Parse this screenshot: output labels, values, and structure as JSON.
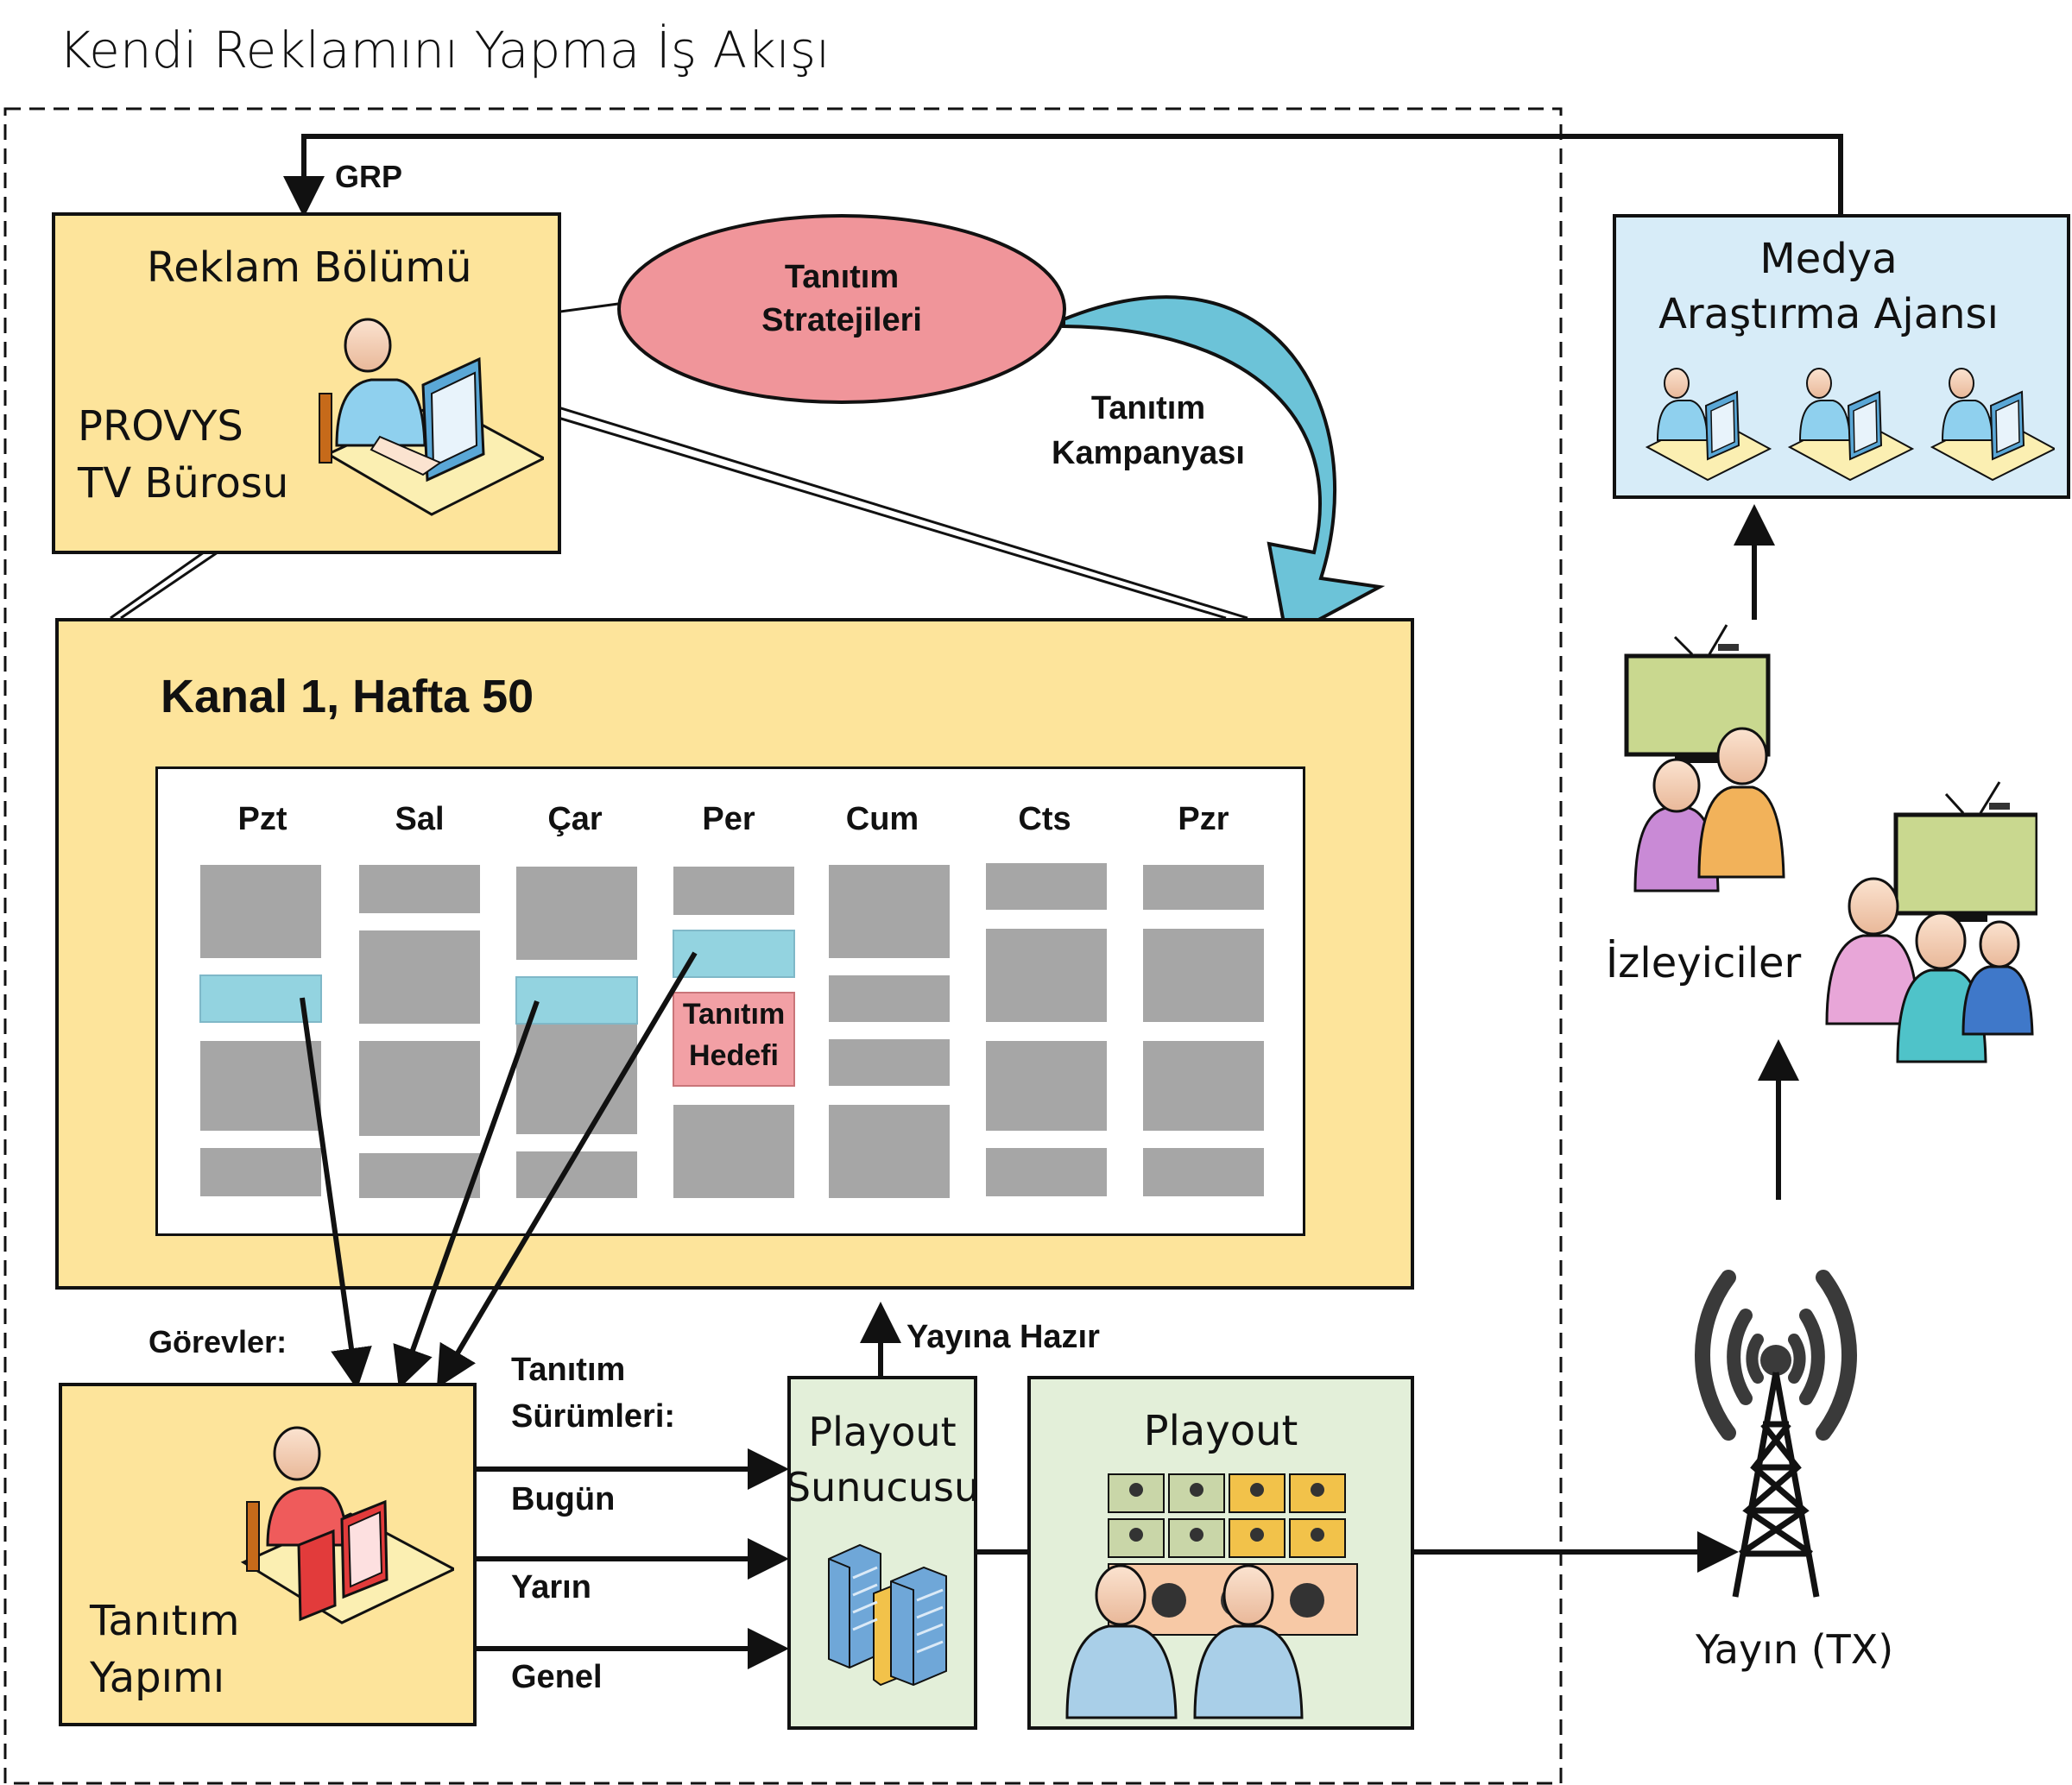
{
  "title": "Kendi Reklamını Yapma İş Akışı",
  "grp_label": "GRP",
  "reklam": {
    "title": "Reklam Bölümü",
    "provys_line1": "PROVYS",
    "provys_line2": "TV Bürosu"
  },
  "strategy": {
    "line1": "Tanıtım",
    "line2": "Stratejileri"
  },
  "campaign": {
    "line1": "Tanıtım",
    "line2": "Kampanyası"
  },
  "agency": {
    "line1": "Medya",
    "line2": "Araştırma Ajansı"
  },
  "channel": {
    "title": "Kanal 1, Hafta 50"
  },
  "days": [
    "Pzt",
    "Sal",
    "Çar",
    "Per",
    "Cum",
    "Cts",
    "Pzr"
  ],
  "target": {
    "line1": "Tanıtım",
    "line2": "Hedefi"
  },
  "tasks_label": "Görevler:",
  "production": {
    "line1": "Tanıtım",
    "line2": "Yapımı"
  },
  "versions": {
    "line1": "Tanıtım",
    "line2": "Sürümleri:",
    "today": "Bugün",
    "tomorrow": "Yarın",
    "general": "Genel"
  },
  "ready_label": "Yayına Hazır",
  "playout_server": {
    "line1": "Playout",
    "line2": "Sunucusu"
  },
  "playout": {
    "title": "Playout"
  },
  "viewers_label": "İzleyiciler",
  "tx_label": "Yayın (TX)",
  "colors": {
    "yellow": "#fde49b",
    "blue_box": "#d7ecf8",
    "green_box": "#e3efd9",
    "ellipse": "#f0959a",
    "slot_grey": "#a6a6a6",
    "slot_blue": "#93d3e0",
    "target_pink": "#f2a0a5",
    "arrow_blue": "#6cc3d8"
  }
}
